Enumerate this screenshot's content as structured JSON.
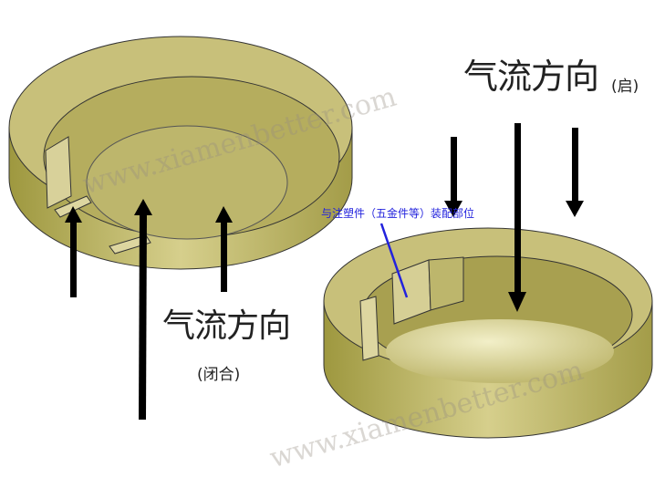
{
  "left_ring": {
    "airflow_label": "气流方向",
    "state_label": "(闭合)"
  },
  "right_ring": {
    "airflow_label": "气流方向",
    "state_label": "(启)",
    "note": "与注塑件（五金件等）装配部位"
  },
  "watermark": "www.xiamenbetter.com",
  "colors": {
    "ring": "#c8c07a",
    "ring_dark": "#8f8a3c",
    "arrow": "#000000",
    "note": "#2222dd"
  }
}
